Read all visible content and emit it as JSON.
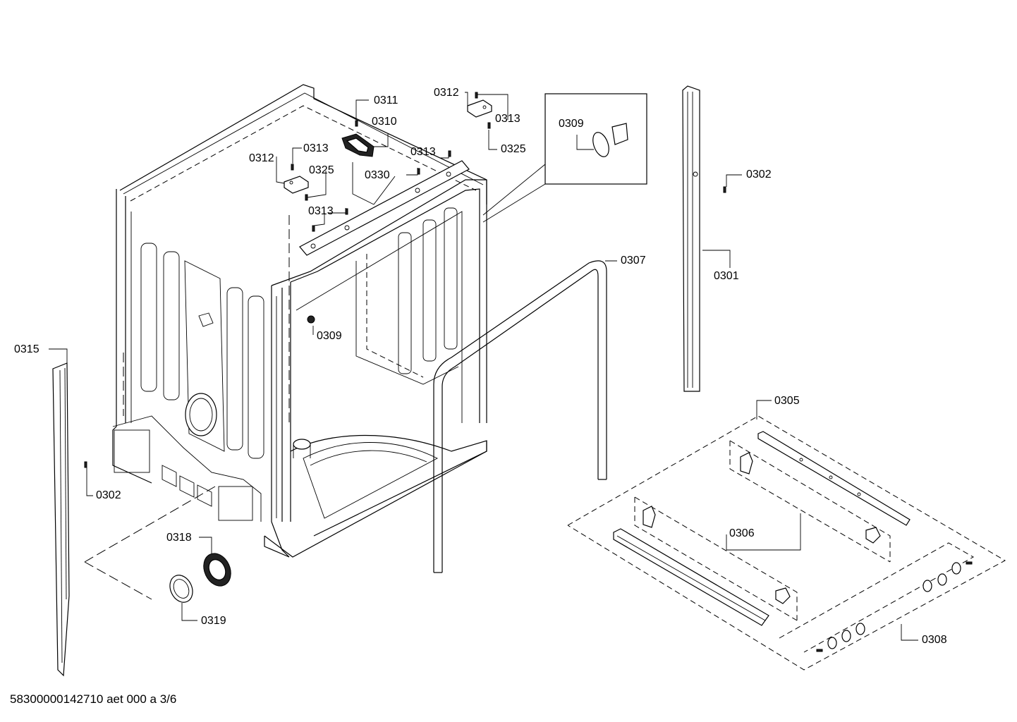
{
  "diagram": {
    "labels": {
      "p0301": "0301",
      "p0302a": "0302",
      "p0302b": "0302",
      "p0305": "0305",
      "p0306": "0306",
      "p0307": "0307",
      "p0308": "0308",
      "p0309a": "0309",
      "p0309b": "0309",
      "p0310": "0310",
      "p0311": "0311",
      "p0312a": "0312",
      "p0312b": "0312",
      "p0313a": "0313",
      "p0313b": "0313",
      "p0313c": "0313",
      "p0313d": "0313",
      "p0315": "0315",
      "p0318": "0318",
      "p0319": "0319",
      "p0325a": "0325",
      "p0325b": "0325",
      "p0330": "0330"
    },
    "footer": "58300000142710 aet 000 a 3/6"
  }
}
